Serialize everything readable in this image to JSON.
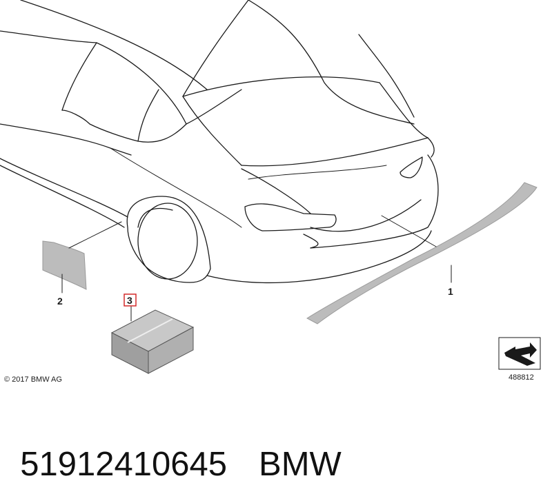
{
  "diagram": {
    "callouts": [
      {
        "id": "1",
        "label": "1"
      },
      {
        "id": "2",
        "label": "2"
      },
      {
        "id": "3",
        "label": "3",
        "highlighted": true
      }
    ],
    "copyright": "© 2017 BMW AG",
    "reference_number": "488812",
    "colors": {
      "line": "#1a1a1a",
      "part_fill": "#bcbcbc",
      "box_fill": "#a9a9a9",
      "highlight": "#d42a2a"
    }
  },
  "caption": {
    "part_number": "51912410645",
    "brand": "BMW"
  }
}
